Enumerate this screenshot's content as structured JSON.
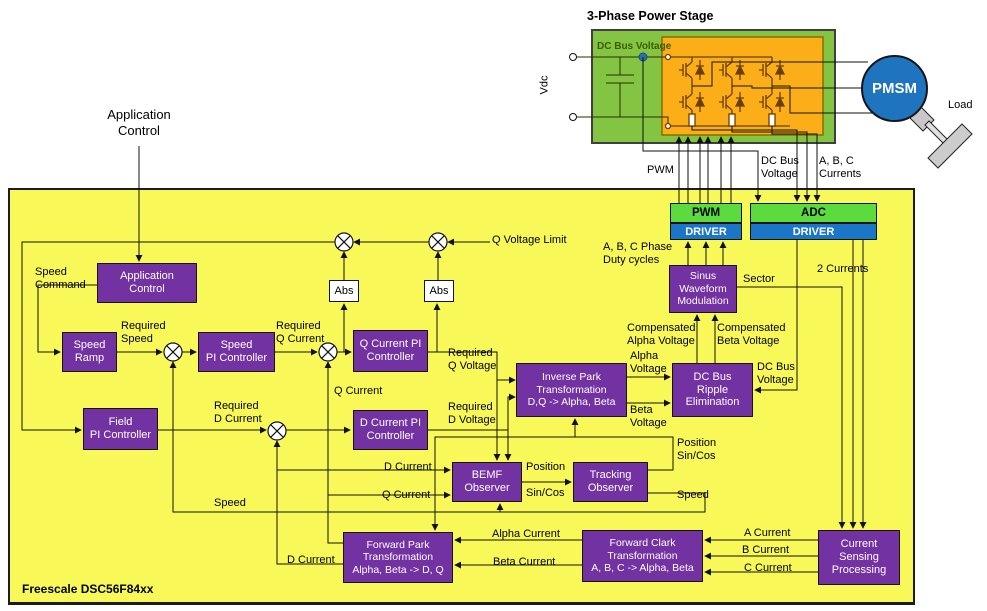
{
  "power_stage": {
    "title": "3-Phase Power Stage",
    "vdc_label": "Vdc",
    "dc_bus_voltage_label": "DC Bus Voltage",
    "motor_label": "PMSM",
    "load_label": "Load"
  },
  "io": {
    "pwm_label": "PWM",
    "adc_label": "ADC",
    "driver_label": "DRIVER"
  },
  "external_labels": {
    "application_control": "Application\nControl",
    "pwm_wire": "PWM",
    "dc_bus_wire": "DC Bus\nVoltage",
    "abc_currents_wire": "A, B, C\nCurrents"
  },
  "chip": {
    "name_label": "Freescale DSC56F84xx"
  },
  "blocks": {
    "application_control": "Application\nControl",
    "speed_ramp": "Speed\nRamp",
    "speed_pi": "Speed\nPI Controller",
    "field_pi": "Field\nPI Controller",
    "q_current_pi": "Q Current PI\nController",
    "d_current_pi": "D Current PI\nController",
    "inverse_park": "Inverse Park\nTransformation\nD,Q -> Alpha, Beta",
    "sinus_waveform": "Sinus\nWaveform\nModulation",
    "dc_bus_ripple": "DC Bus\nRipple\nElimination",
    "bemf_observer": "BEMF\nObserver",
    "tracking_observer": "Tracking\nObserver",
    "forward_park": "Forward Park\nTransformation\nAlpha, Beta -> D, Q",
    "forward_clark": "Forward Clark\nTransformation\nA, B, C -> Alpha, Beta",
    "current_sensing": "Current\nSensing\nProcessing",
    "abs": "Abs"
  },
  "wire_labels": {
    "speed_command": "Speed\nCommand",
    "required_speed": "Required\nSpeed",
    "required_q_current": "Required\nQ Current",
    "q_voltage_limit": "Q Voltage Limit",
    "q_current_mid": "Q Current",
    "required_d_current": "Required\nD Current",
    "required_q_voltage": "Required\nQ Voltage",
    "required_d_voltage": "Required\nD Voltage",
    "alpha_voltage": "Alpha\nVoltage",
    "beta_voltage": "Beta\nVoltage",
    "compensated_alpha": "Compensated\nAlpha Voltage",
    "compensated_beta": "Compensated\nBeta Voltage",
    "dc_bus_voltage_in": "DC Bus\nVoltage",
    "abc_phase_duty": "A, B, C Phase\nDuty cycles",
    "sector": "Sector",
    "two_currents": "2 Currents",
    "d_current_obs": "D Current",
    "q_current_obs": "Q Current",
    "position": "Position",
    "sin_cos": "Sin/Cos",
    "position_sincos": "Position\nSin/Cos",
    "speed_out": "Speed",
    "speed_fb": "Speed",
    "alpha_current": "Alpha Current",
    "beta_current": "Beta Current",
    "d_current_fb": "D Current",
    "a_current": "A Current",
    "b_current": "B Current",
    "c_current": "C Current"
  }
}
